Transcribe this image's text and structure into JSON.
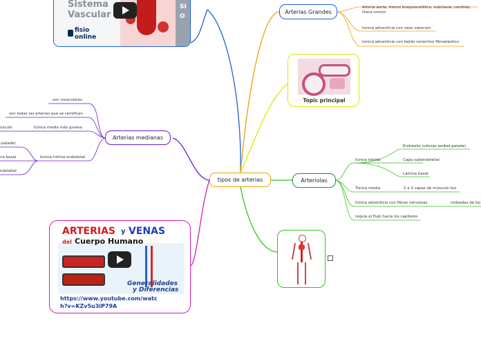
{
  "center": "tipos de arterias",
  "topics": {
    "arterias_grandes": "Arterias Grandes",
    "arterias_medianas": "Arterias medianas",
    "arteriolas": "Arteriolas",
    "topic_principal": "Topic principal"
  },
  "arterias_grandes_items": [
    "Arteria aorta, tronco braquiocefálico, subclavia, carótida, iliaca común",
    "túnica adventicia con vaso vasorum",
    "túnica adventicia con tejido conectivo fibroelástico"
  ],
  "arterias_medianas_items": [
    "son musculares",
    "son todas las arterias que se ramifican",
    "túnica media más gruesa",
    "túnica íntima endotelial"
  ],
  "arterias_medianas_sub": [
    "úsculo",
    "-palade)",
    "na basal",
    "ndotelial"
  ],
  "arteriolas_items": {
    "tunica_intima": "túnica íntima",
    "endotelio": "Endotelio  (células weibel-palade)",
    "capa_subendotelial": "Capa subendotelial",
    "lamina_basal": "Lámina basal",
    "tunica_media": "Túnica media",
    "capas_musculo": "2 a 3 capas de músculo liso",
    "adventicia": "túnica adventicia con fibras nerviosas",
    "rodeadas": "rodeadas de tej",
    "regula": "regula el flujo hacia los capilares"
  },
  "video1": {
    "title_line1": "Sistema",
    "title_line2": "Vascular",
    "brand1": "fisio",
    "brand2": "online",
    "side_letters": "SIO"
  },
  "video2": {
    "title_part1": "ARTERIAS",
    "title_and": "y",
    "title_part2": "VENAS",
    "subtitle_del": "del",
    "subtitle": "Cuerpo Humano",
    "tag1": "Generalidades",
    "tag2": "y Diferencias",
    "url": "https://www.youtube.com/watch?v=KZv5u3iP79A"
  },
  "colors": {
    "blue": "#1f5fd6",
    "orange": "#f29a00",
    "yellow": "#e4e400",
    "green": "#35c21b",
    "purple": "#6a18c8",
    "magenta": "#d81bb4",
    "center": "#e8a000"
  }
}
